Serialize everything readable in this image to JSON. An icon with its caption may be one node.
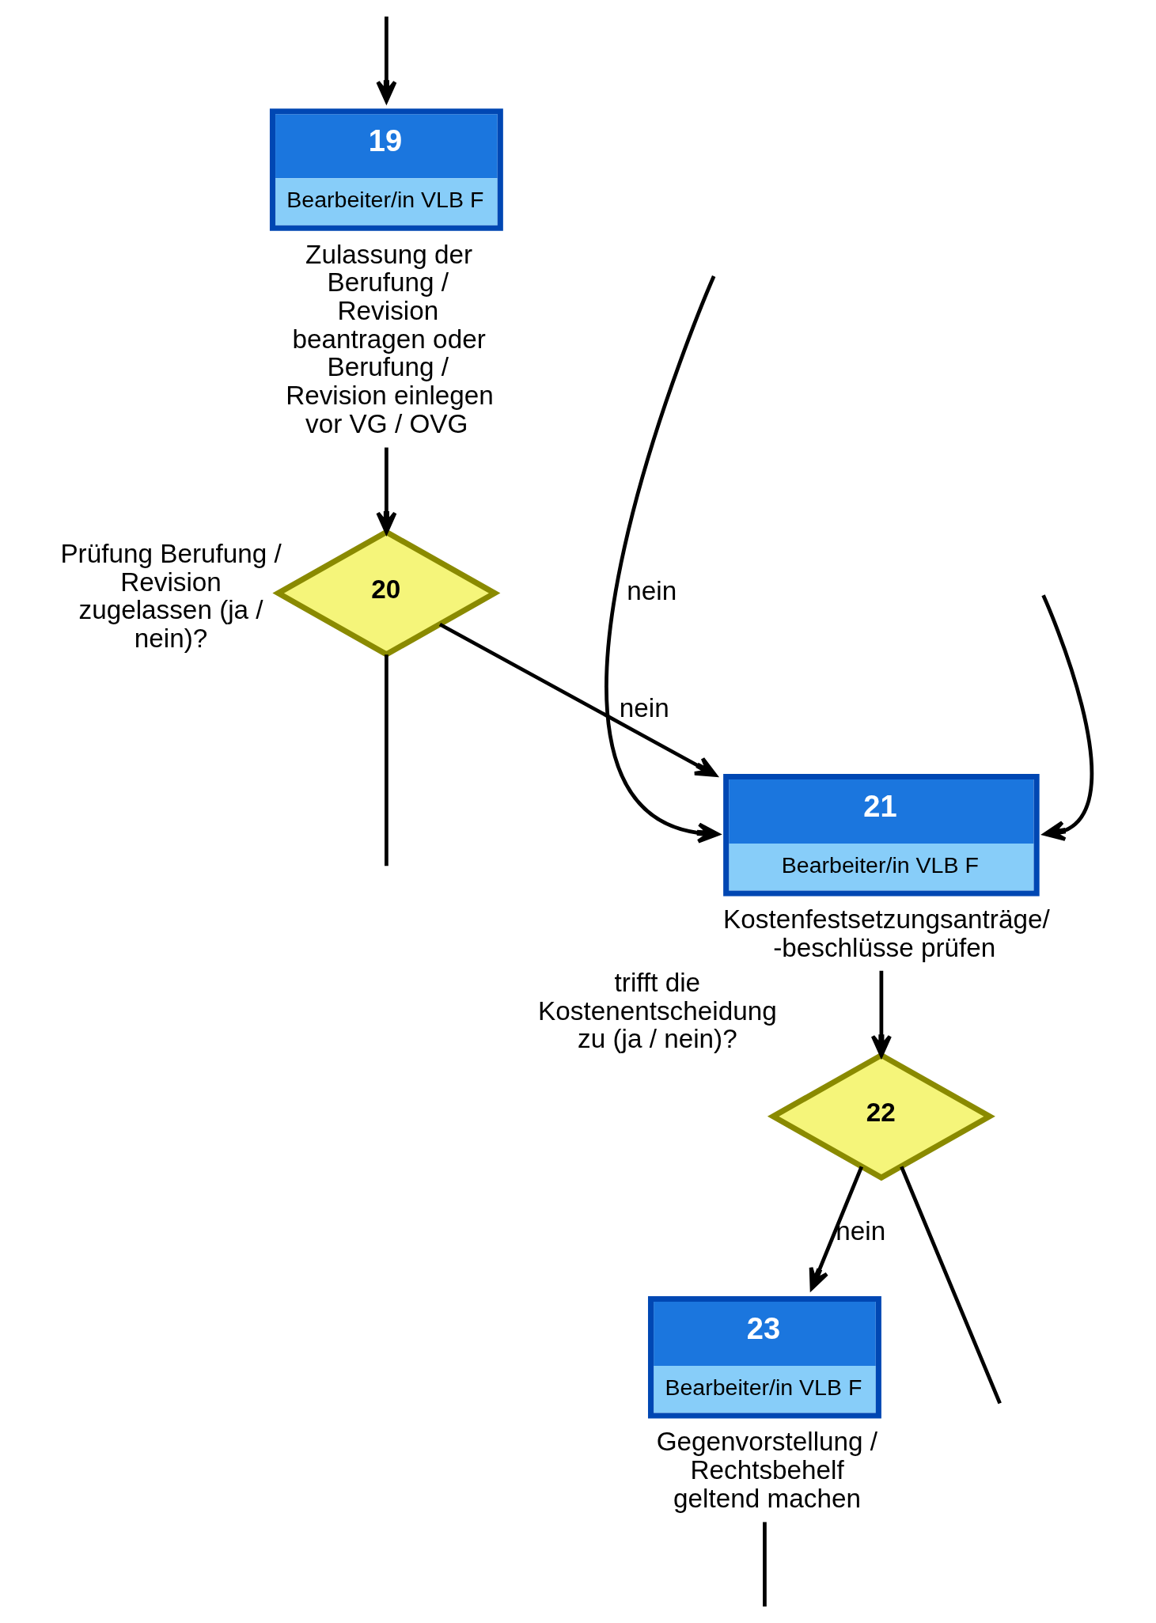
{
  "diagram": {
    "nodes": [
      {
        "text": [
          "19",
          "Bearbeiter/in VLB F"
        ],
        "beside": [
          "Zulassung der Berufung / Revision beantragen oder Berufung / Revision einlegen vor VG / OVG"
        ]
      },
      {
        "text": [
          "20"
        ],
        "beside": [
          "Prüfung Berufung / Revision zugelassen (ja / nein)?"
        ]
      },
      {
        "text": [
          "21",
          "Bearbeiter/in VLB F"
        ],
        "beside": [
          "Kostenfestsetzungsanträge/ -beschlüsse prüfen"
        ]
      },
      {
        "text": [
          "22"
        ],
        "beside": [
          "trifft die Kostenentscheidung zu (ja / nein)?"
        ]
      },
      {
        "text": [
          "23",
          "Bearbeiter/in VLB F"
        ],
        "beside": [
          "Gegenvorstellung / Rechtsbehelf geltend machen"
        ]
      }
    ],
    "edges": [
      {
        "from": null,
        "to": 0,
        "arrow": "to"
      },
      {
        "from": 0,
        "to": 1,
        "arrow": "to"
      },
      {
        "from": 1,
        "to": null,
        "arrow": "none"
      },
      {
        "from": null,
        "to": 2,
        "arrow": "to",
        "label": "nein"
      },
      {
        "from": 1,
        "to": 2,
        "arrow": "to",
        "label": "nein"
      },
      {
        "from": null,
        "to": 2,
        "arrow": "to"
      },
      {
        "from": 2,
        "to": 3,
        "arrow": "to"
      },
      {
        "from": 3,
        "to": 4,
        "arrow": "to",
        "label": "nein"
      },
      {
        "from": 3,
        "to": null,
        "arrow": "none"
      },
      {
        "from": 4,
        "to": null,
        "arrow": "none"
      }
    ]
  }
}
